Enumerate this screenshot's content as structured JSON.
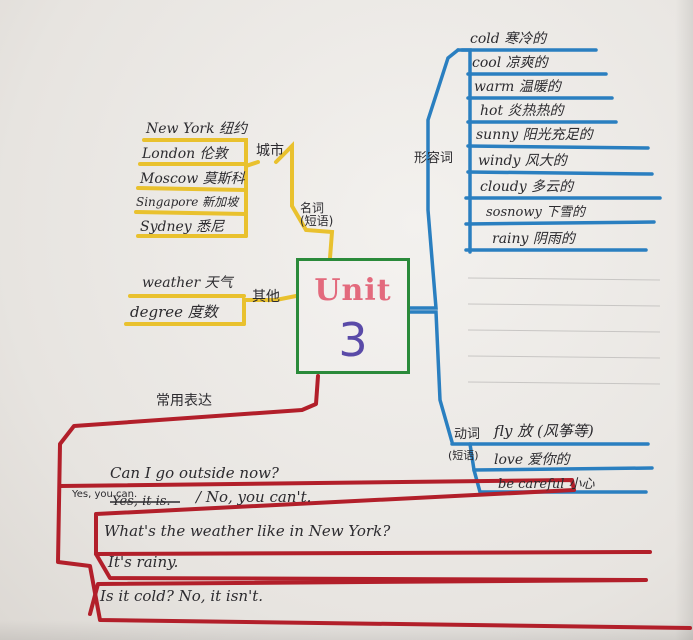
{
  "center": {
    "title": "Unit",
    "number": "3"
  },
  "nouns": {
    "label": "名词\n(短语)",
    "label_line1": "名词",
    "label_line2": "(短语)",
    "cities_label": "城市",
    "cities": [
      "New York 纽约",
      "London 伦敦",
      "Moscow 莫斯科",
      "Singapore 新加坡",
      "Sydney 悉尼"
    ],
    "other_label": "其他",
    "other": [
      "weather 天气",
      "degree 度数"
    ]
  },
  "adjectives": {
    "label": "形容词",
    "items": [
      "cold  寒冷的",
      "cool  凉爽的",
      "warm  温暖的",
      "hot  炎热热的",
      "sunny  阳光充足的",
      "windy  风大的",
      "cloudy  多云的",
      "sosnowy  下雪的",
      "rainy  阴雨的"
    ]
  },
  "verbs": {
    "verb_label": "动词",
    "verb_item": "fly 放 (风筝等)",
    "phrase_label": "(短语)",
    "phrase_items": [
      "love 爱你的",
      "be careful 小心"
    ]
  },
  "expressions": {
    "label": "常用表达",
    "lines": [
      "Can I go outside now?",
      "Yes, you can.",
      "Yes, it is.",
      "/ No, you can't.",
      "What's the weather like in New York?",
      "It's rainy.",
      "Is it cold? No, it isn't."
    ]
  },
  "colors": {
    "yellow": "#e9c12e",
    "blue": "#2a7fc0",
    "red": "#b21f2a",
    "green": "#2a8a3a",
    "pink": "#e36a7d",
    "purple": "#5a4aa8"
  }
}
